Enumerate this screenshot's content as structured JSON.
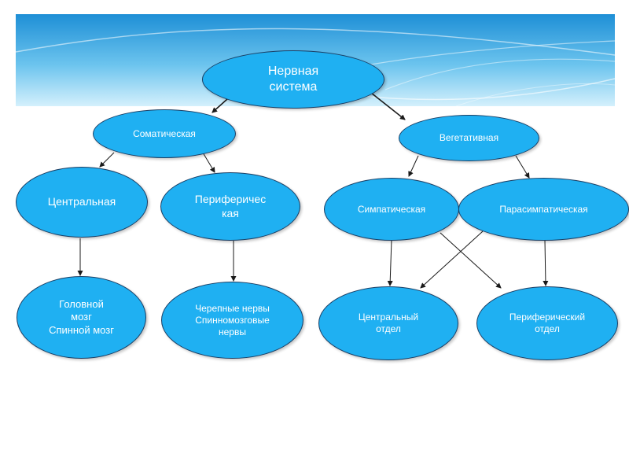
{
  "diagram": {
    "nodes": {
      "nervous_system": "Нервная\nсистема",
      "somatic": "Соматическая",
      "vegetative": "Вегетативная",
      "central": "Центральная",
      "peripheral": "Периферичес\nкая",
      "sympathetic": "Симпатическая",
      "parasympathetic": "Парасимпатическая",
      "brain": "Головной\nмозг\nСпинной мозг",
      "nerves": "Черепные нервы\nСпинномозговые\nнервы",
      "central_division": "Центральный\nотдел",
      "peripheral_division": "Периферический\nотдел"
    },
    "edges": [
      {
        "from": "nervous_system",
        "to": "somatic"
      },
      {
        "from": "nervous_system",
        "to": "vegetative"
      },
      {
        "from": "somatic",
        "to": "central"
      },
      {
        "from": "somatic",
        "to": "peripheral"
      },
      {
        "from": "vegetative",
        "to": "sympathetic"
      },
      {
        "from": "vegetative",
        "to": "parasympathetic"
      },
      {
        "from": "central",
        "to": "brain"
      },
      {
        "from": "peripheral",
        "to": "nerves"
      },
      {
        "from": "sympathetic",
        "to": "central_division"
      },
      {
        "from": "sympathetic",
        "to": "peripheral_division"
      },
      {
        "from": "parasympathetic",
        "to": "central_division"
      },
      {
        "from": "parasympathetic",
        "to": "peripheral_division"
      }
    ],
    "colors": {
      "node_fill": "#1fb0f2",
      "node_border": "#1a3e64",
      "text": "#ffffff",
      "edge": "#1a1a1a",
      "banner_top": "#1e8fd6",
      "banner_bottom": "#d4f0fc"
    }
  }
}
